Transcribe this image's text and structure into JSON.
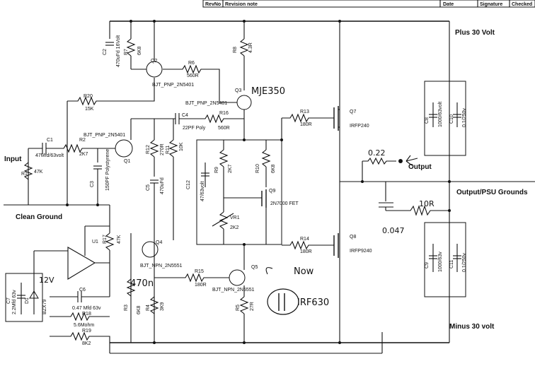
{
  "header": {
    "revno": "RevNo",
    "revision_note": "Revision note",
    "date": "Date",
    "signature": "Signature",
    "checked": "Checked"
  },
  "rails": {
    "plus": "Plus 30 Volt",
    "minus": "Minus 30 volt",
    "output": "Output",
    "output_psu_grounds": "Output/PSU Grounds",
    "input": "Input",
    "clean_ground": "Clean Ground"
  },
  "components": {
    "c1": "C1",
    "c1_val": "47Mfd/63volt",
    "c2": "C2",
    "c2_val": "470uFd 16Volt",
    "c3": "C3",
    "c3_val": "150PF Polystyrene",
    "c4": "C4",
    "c4_val": "22PF Poly",
    "c5": "C5",
    "c5_val": "470uFd",
    "c6": "C6",
    "c6_val": "0.47 Mfd 63v",
    "c7": "C7",
    "c7_val": "2.2Mfd 63v",
    "c8": "C8",
    "c8_val": "1000/63volt",
    "c9": "C9",
    "c9_val": "1000/63v",
    "c10": "C10",
    "c10_val": "0.1/250v",
    "c11": "C11",
    "c11_val": "0.1/250v",
    "c12": "C12",
    "c12_val": "47/63volt",
    "r1": "R1",
    "r1_val": "47K",
    "r2": "R2",
    "r2_val": "2K7",
    "r3": "R3",
    "r3_val": "6K8",
    "r4": "R4",
    "r4_val": "3K9",
    "r5": "R5",
    "r5_val": "27R",
    "r6": "R6",
    "r6_val": "560R",
    "r7": "R7",
    "r7_val": "6K8",
    "r8": "R8",
    "r8_val": "4.3R",
    "r9": "R9",
    "r9_val": "2K7",
    "r10": "R10",
    "r10_val": "6K8",
    "r11": "R11",
    "r11_val": "10K",
    "r12": "R12",
    "r12_val": "270R",
    "r13": "R13",
    "r13_val": "180R",
    "r14": "R14",
    "r14_val": "180R",
    "r15": "R15",
    "r15_val": "180R",
    "r16": "R16",
    "r16_val": "560R",
    "r17": "R17",
    "r17_val": "47K",
    "r18": "R18",
    "r18_val": "5.6Mohm",
    "r19": "R19",
    "r19_val": "8K2",
    "r20": "R20",
    "r20_val": "15K",
    "vr1": "VR1",
    "vr1_val": "2K2",
    "q1": "Q1",
    "q1_type": "BJT_PNP_2N5401",
    "q2": "Q2",
    "q2_type": "BJT_PNP_2N5401",
    "q3": "Q3",
    "q3_type": "BJT_PNP_2N5401",
    "q4": "Q4",
    "q4_type": "BJT_NPN_2N5551",
    "q5": "Q5",
    "q5_type": "BJT_NPN_2N5551",
    "q7": "Q7",
    "q7_type": "IRFP240",
    "q8": "Q8",
    "q8_type": "IRFP9240",
    "q9": "Q9",
    "q9_type": "2N7000 FET",
    "u1": "U1",
    "d1": "D1",
    "d1_type": "BZX79"
  },
  "annotations": {
    "mje350": "MJE350",
    "r022": "0.22",
    "cap047": "0.047",
    "r10r": "10R",
    "now": "Now",
    "irf630": "IRF630",
    "n470": "470n",
    "v12": "12V"
  }
}
